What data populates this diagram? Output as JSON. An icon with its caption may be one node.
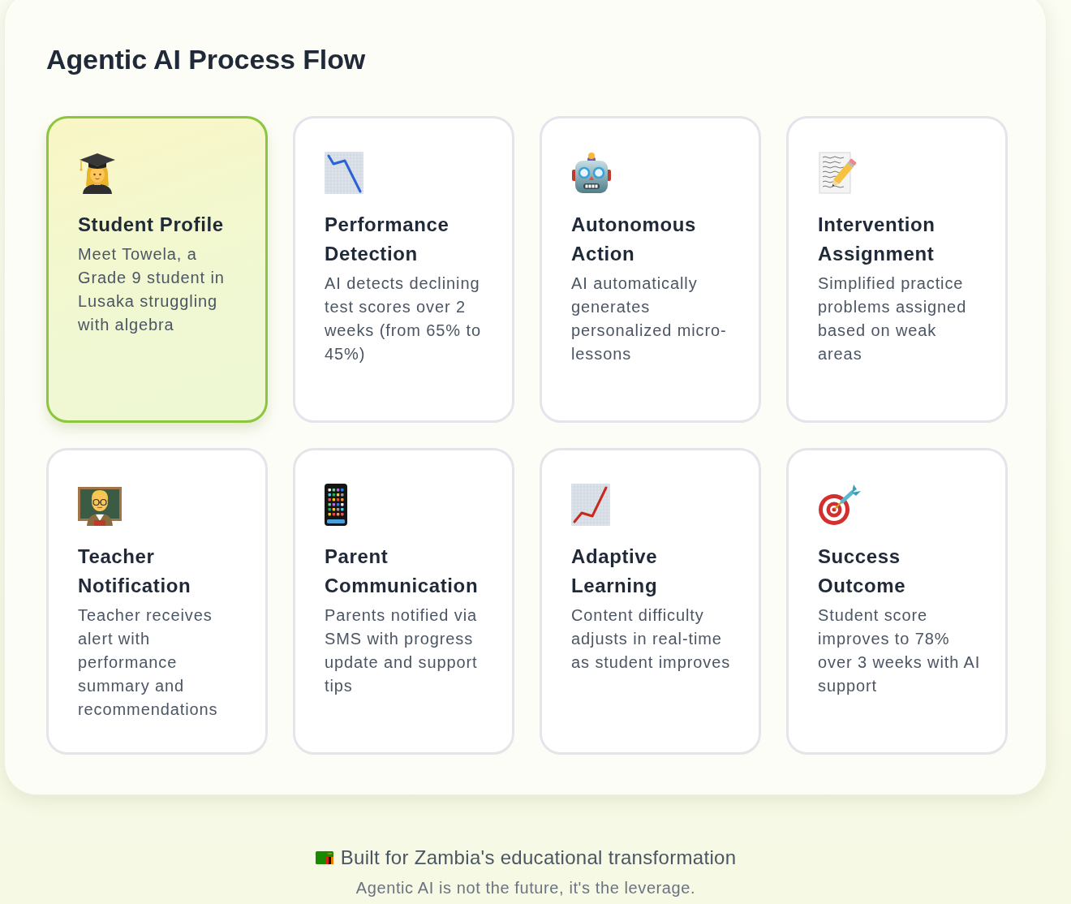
{
  "diagram": {
    "title": "Agentic AI Process Flow",
    "nodes": [
      {
        "text": [
          "Student Profile",
          "Meet Towela, a Grade 9 student in Lusaka struggling with algebra"
        ]
      },
      {
        "text": [
          "Performance Detection",
          "AI detects declining test scores over 2 weeks (from 65% to 45%)"
        ]
      },
      {
        "text": [
          "Autonomous Action",
          "AI automatically generates personalized micro-lessons"
        ]
      },
      {
        "text": [
          "Intervention Assignment",
          "Simplified practice problems assigned based on weak areas"
        ]
      },
      {
        "text": [
          "Teacher Notification",
          "Teacher receives alert with performance summary and recommendations"
        ]
      },
      {
        "text": [
          "Parent Communication",
          "Parents notified via SMS with progress update and support tips"
        ]
      },
      {
        "text": [
          "Adaptive Learning",
          "Content difficulty adjusts in real-time as student improves"
        ]
      },
      {
        "text": [
          "Success Outcome",
          "Student score improves to 78% over 3 weeks with AI support"
        ]
      }
    ],
    "labels": [
      "Built for Zambia's educational transformation",
      "Agentic AI is not the future, it's the leverage."
    ]
  }
}
